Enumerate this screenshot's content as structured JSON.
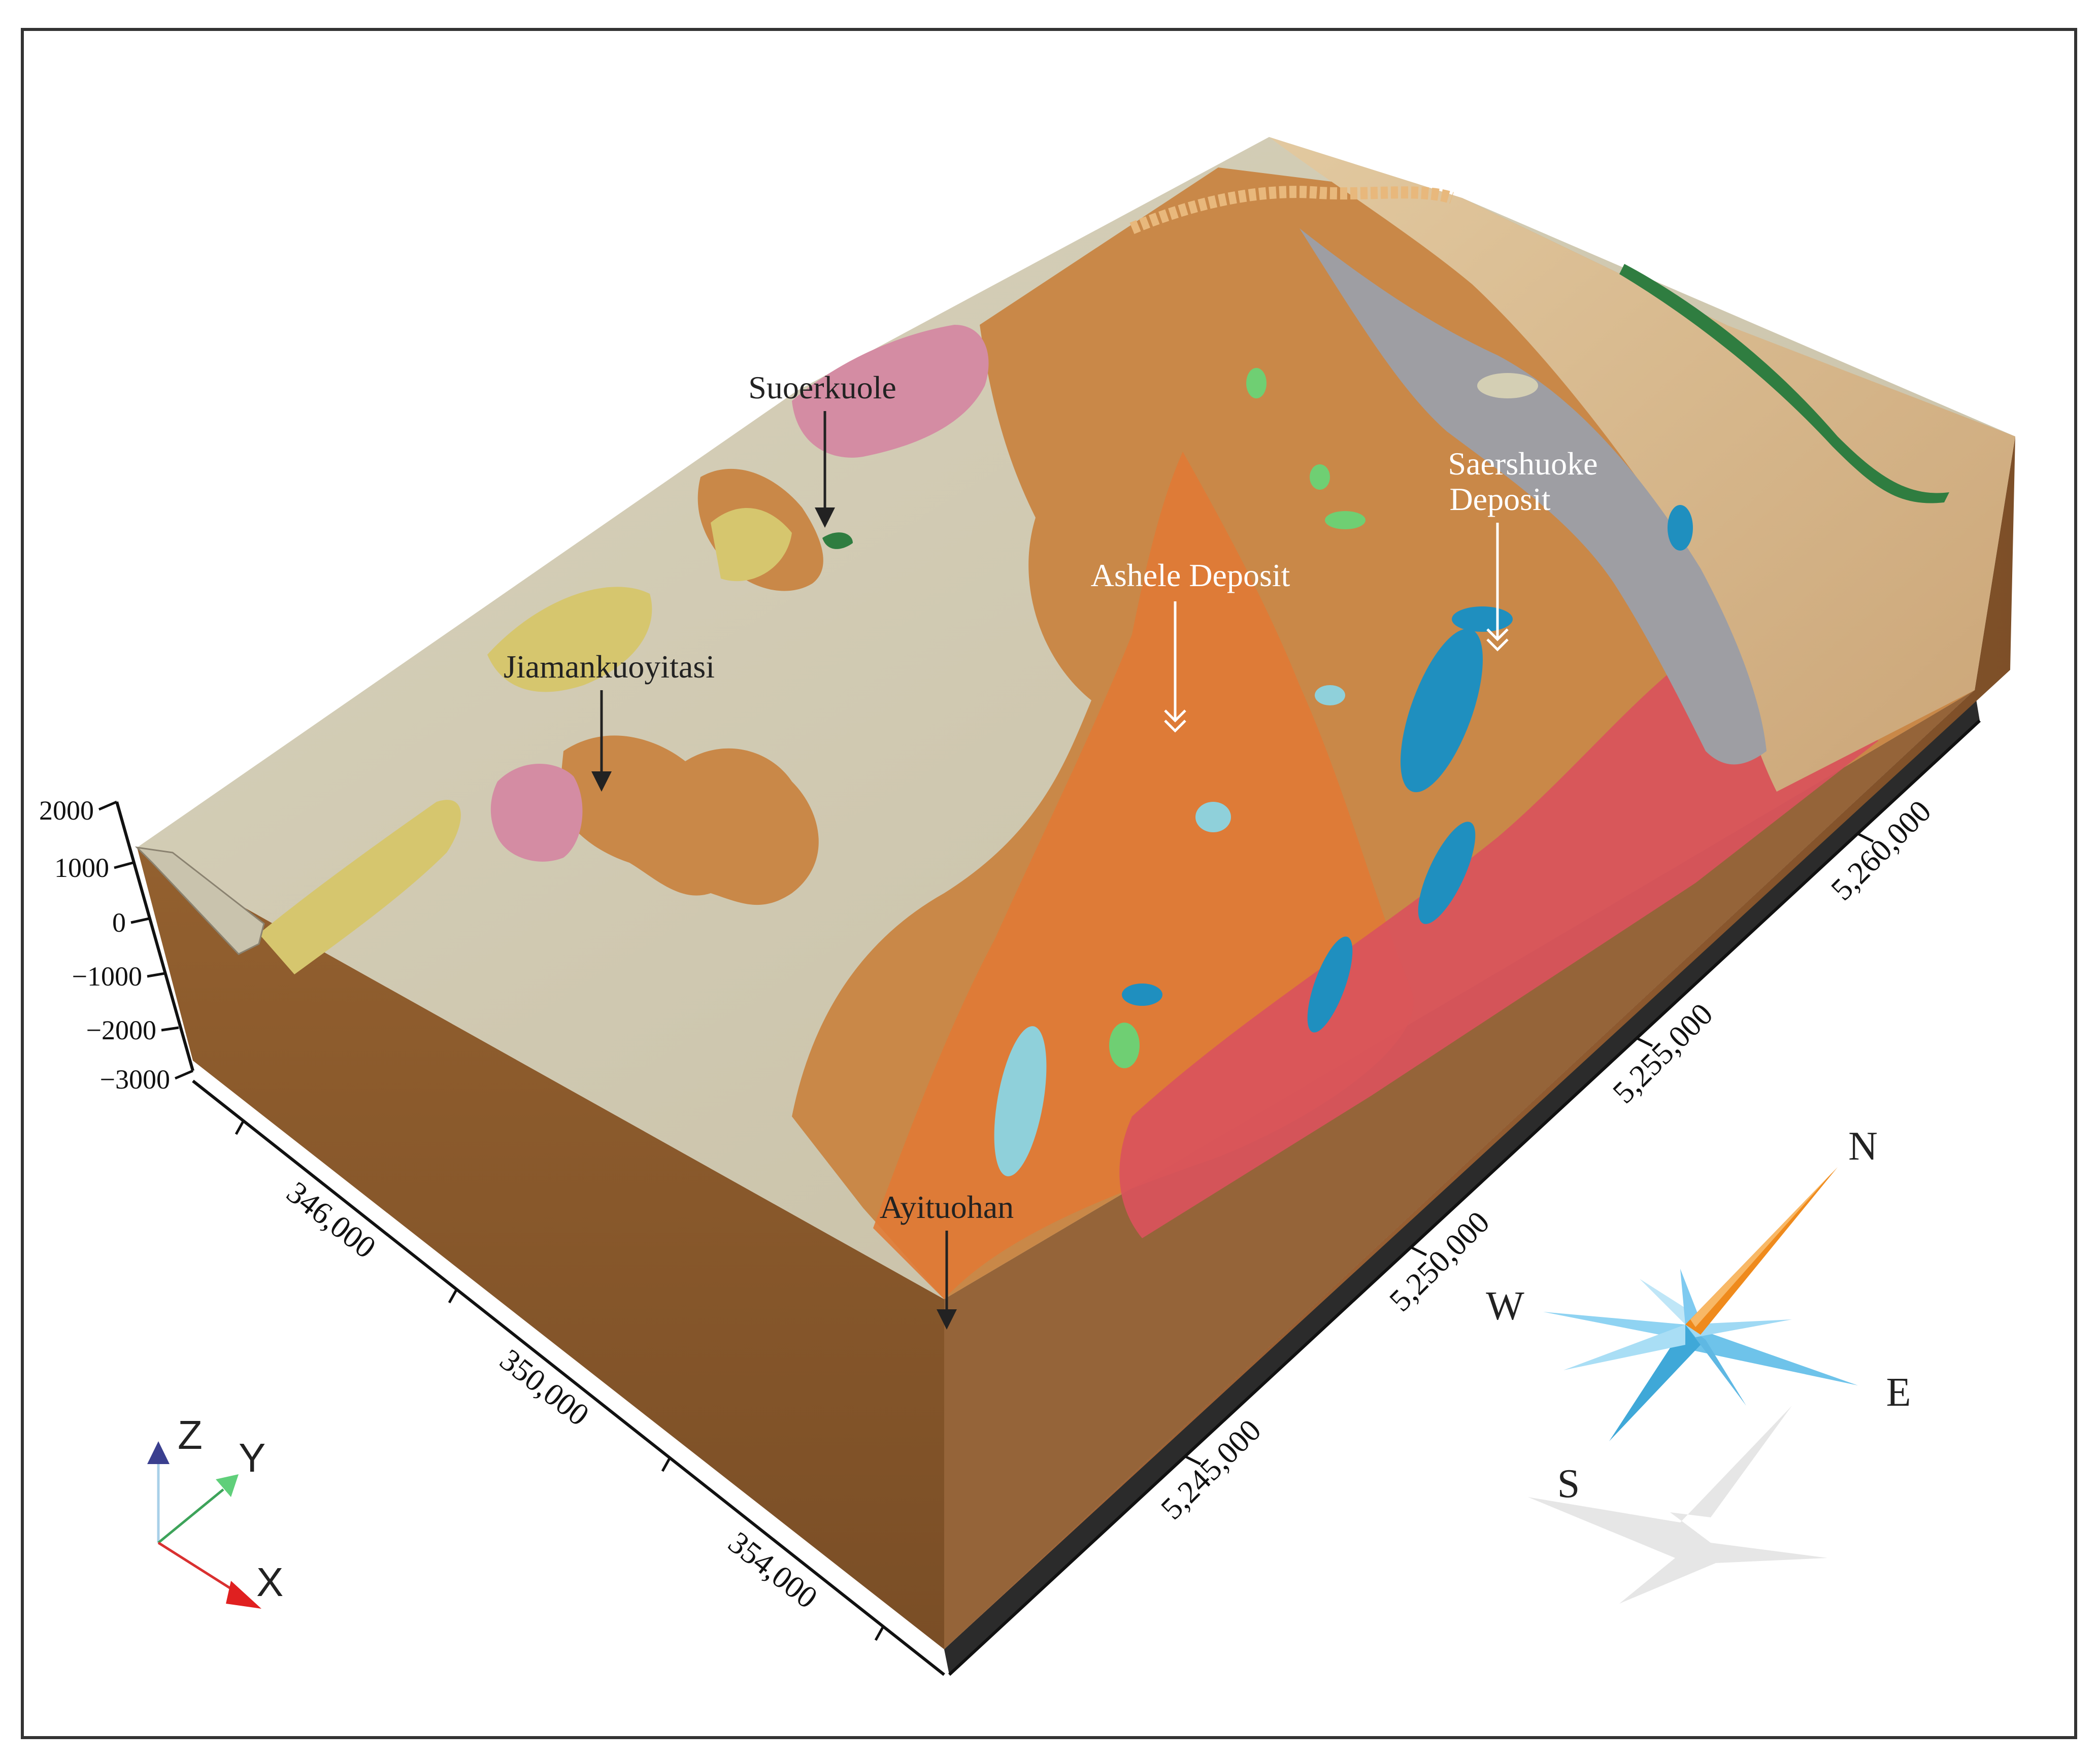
{
  "labels": {
    "suoerkuole": "Suoerkuole",
    "jiamankuoyitasi": "Jiamankuoyitasi",
    "ashele": "Ashele Deposit",
    "saershuoke_line1": "Saershuoke",
    "saershuoke_line2": "Deposit",
    "ayituohan": "Ayituohan"
  },
  "elevation_ticks": [
    "2000",
    "1000",
    "0",
    "−1000",
    "−2000",
    "−3000"
  ],
  "easting_ticks": [
    "346,000",
    "350,000",
    "354,000"
  ],
  "northing_ticks": [
    "5,245,000",
    "5,250,000",
    "5,255,000",
    "5,260,000"
  ],
  "compass": {
    "north": "N",
    "south": "S",
    "east": "E",
    "west": "W"
  },
  "axes": {
    "x": "X",
    "y": "Y",
    "z": "Z"
  },
  "colors": {
    "frame": "#333333",
    "grey_unit": "#cfc8b0",
    "brown_unit": "#c98848",
    "orange_unit": "#e07a35",
    "red_unit": "#d9535c",
    "tan_unit": "#d8b98a",
    "grey_schist": "#9e9ea3",
    "blue_unit": "#1f8fbf",
    "side_face": "#8a5a30",
    "compass_blue": "#6ec3ea",
    "compass_orange": "#ef8a1c"
  }
}
